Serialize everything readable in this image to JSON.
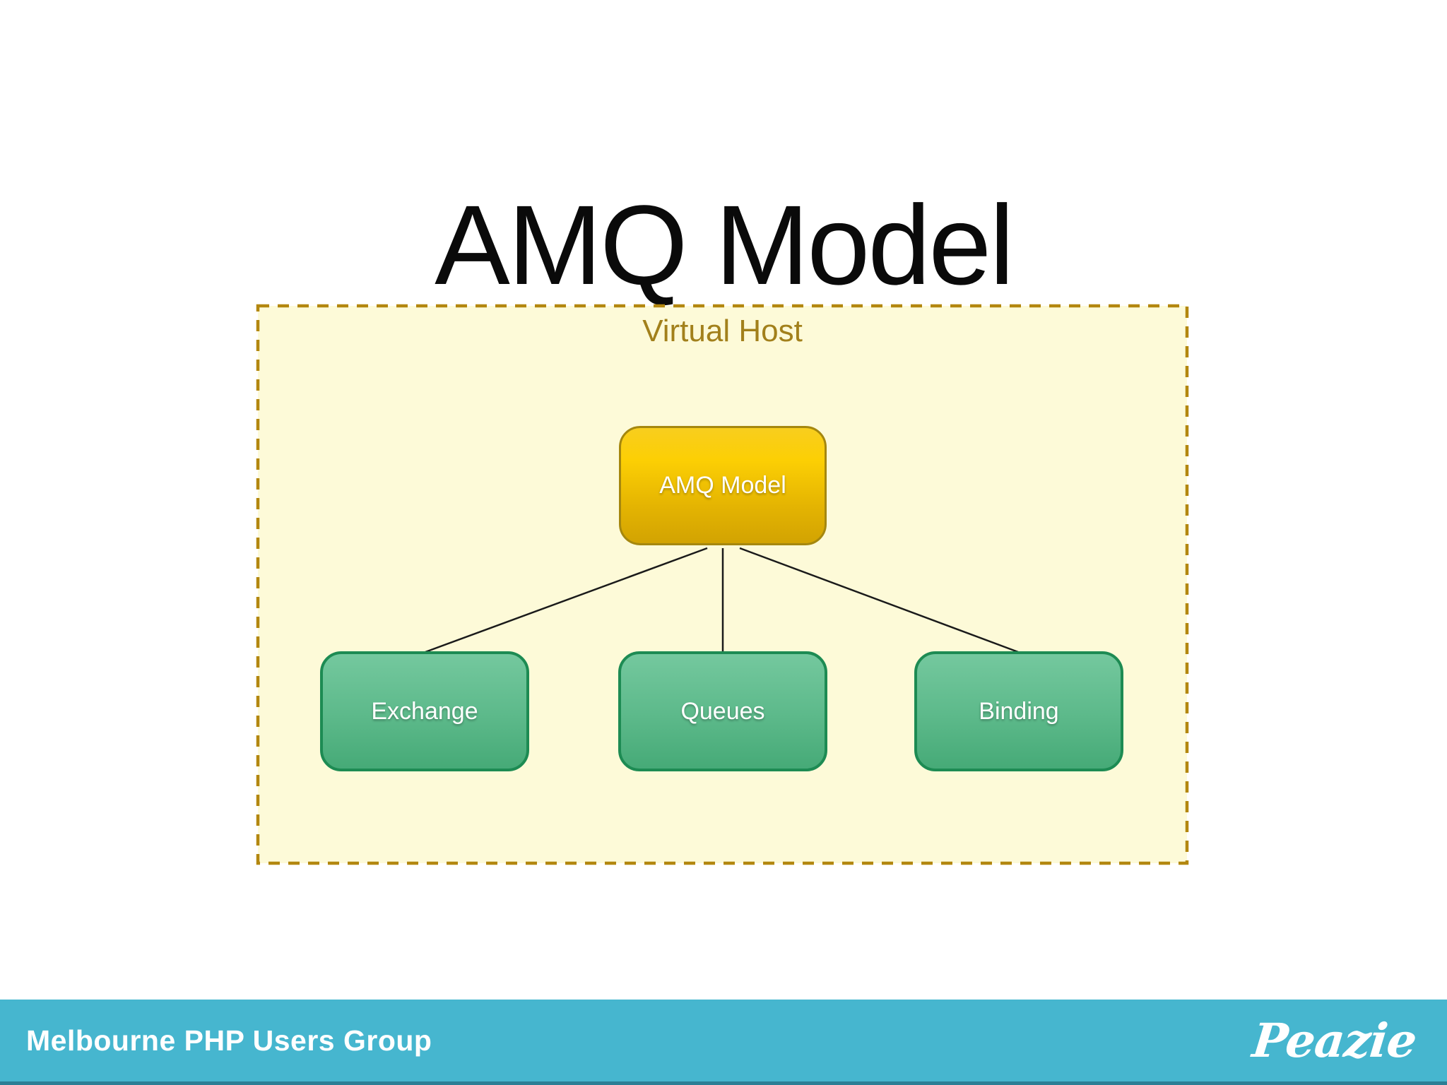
{
  "slide": {
    "title": "AMQ Model"
  },
  "virtual_host": {
    "label": "Virtual Host"
  },
  "nodes": {
    "root": {
      "label": "AMQ Model"
    },
    "children": [
      {
        "label": "Exchange"
      },
      {
        "label": "Queues"
      },
      {
        "label": "Binding"
      }
    ]
  },
  "footer": {
    "group_name": "Melbourne PHP Users Group",
    "logo": "Peazie"
  },
  "colors": {
    "slide_bg": "#ffffff",
    "title_text": "#0a0a0a",
    "container_bg": "#fdfad8",
    "container_border": "#b3870f",
    "container_label_text": "#a2801b",
    "root_node_top": "#f8ce1e",
    "root_node_bottom": "#d2a302",
    "root_node_border": "#a5870e",
    "child_node_top": "#74c89e",
    "child_node_bottom": "#46aa77",
    "child_node_border": "#1d8b53",
    "node_text": "#ffffff",
    "connector": "#1a1a1a",
    "footer_bar": "#46b6cf",
    "footer_bottom_edge": "#2b7f95",
    "footer_text": "#ffffff"
  }
}
